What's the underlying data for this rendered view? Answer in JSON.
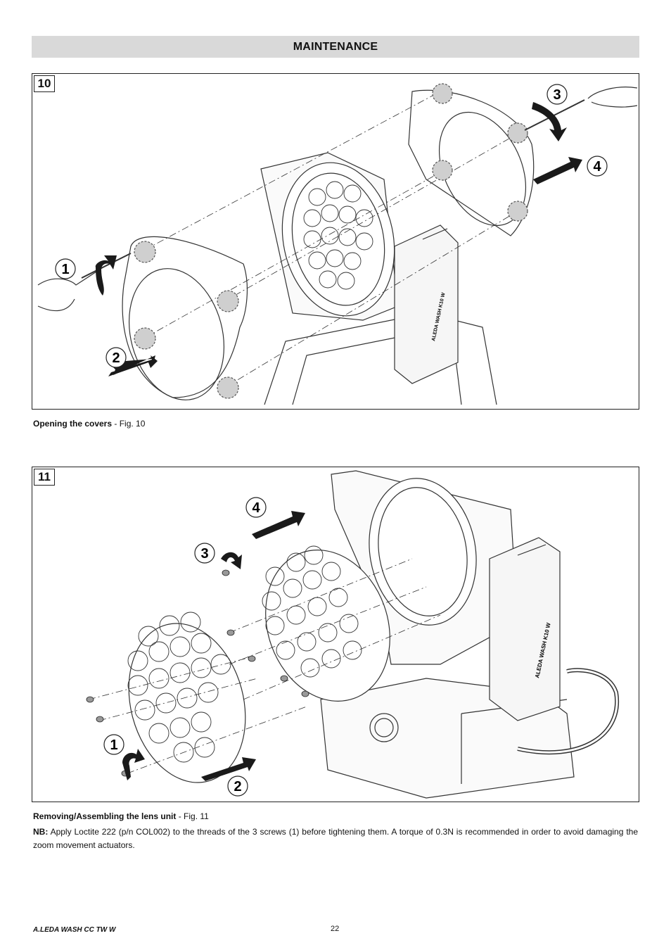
{
  "header": {
    "title": "MAINTENANCE"
  },
  "figures": [
    {
      "number": "10",
      "callouts": [
        "1",
        "2",
        "3",
        "4"
      ],
      "product_label": "ALEDA WASH K10 W",
      "caption_title": "Opening the covers",
      "caption_ref": " - Fig. 10"
    },
    {
      "number": "11",
      "callouts": [
        "1",
        "2",
        "3",
        "4"
      ],
      "product_label": "ALEDA WASH K10 W",
      "caption_title": "Removing/Assembling the lens unit",
      "caption_ref": " - Fig. 11"
    }
  ],
  "note": {
    "label": "NB:",
    "text": " Apply Loctite 222 (p/n COL002) to the threads of the 3 screws (1) before tightening them. A torque of 0.3N is recommended in order to avoid damaging the zoom movement actuators."
  },
  "footer": {
    "model": "A.LEDA WASH CC TW W",
    "page": "22"
  }
}
